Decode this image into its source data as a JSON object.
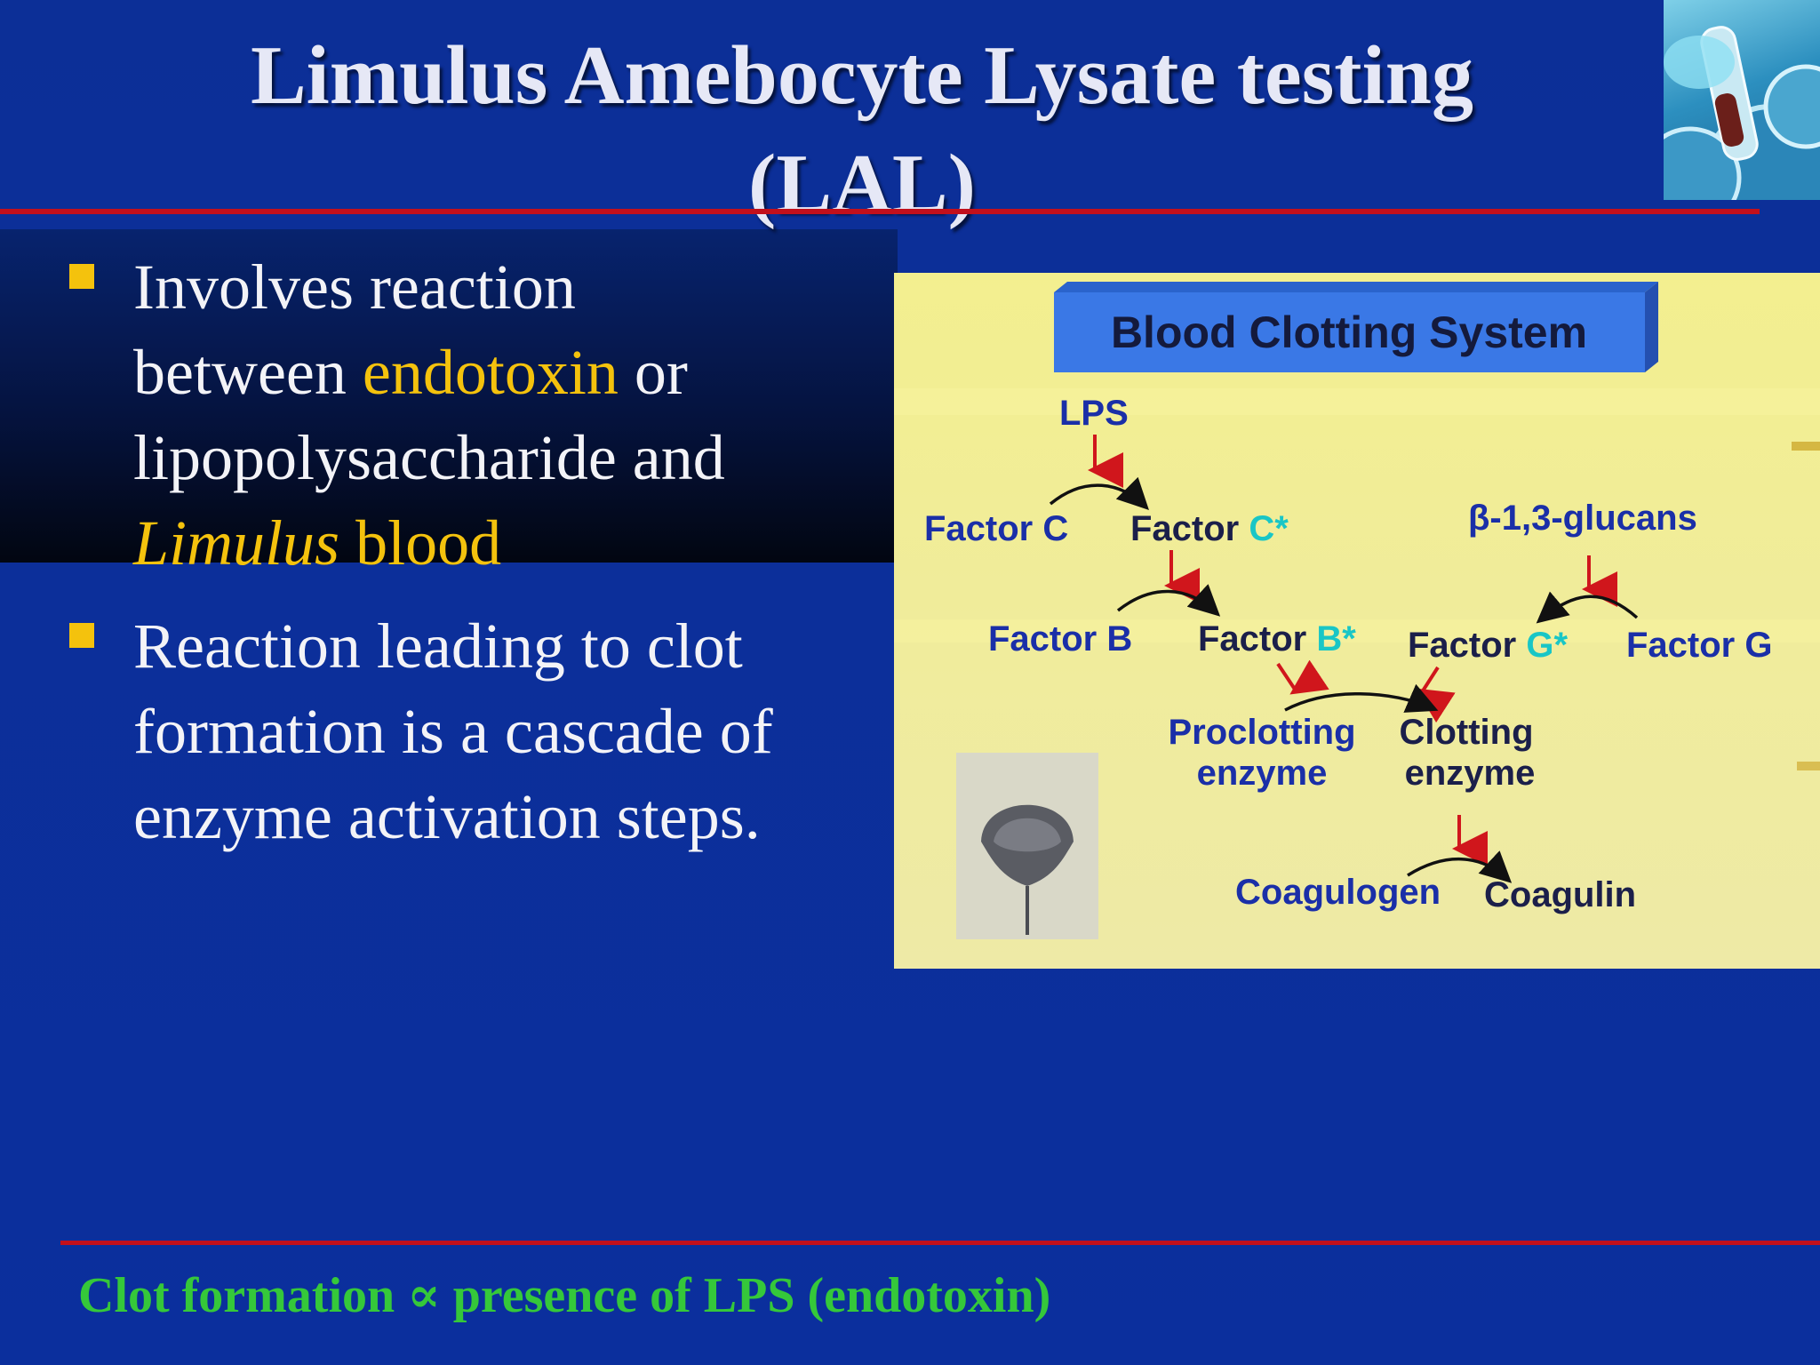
{
  "title": {
    "line1": "Limulus Amebocyte Lysate testing",
    "line2": "(LAL)"
  },
  "bullets": [
    {
      "text1": "Involves reaction",
      "text2": "between ",
      "highlight": "endotoxin",
      "text3": " or",
      "text4": "lipopolysaccharide and",
      "italic": "Limulus",
      "text5": " blood"
    },
    {
      "line1": "Reaction leading to clot",
      "line2": "formation is a cascade of",
      "line3": "enzyme activation steps."
    }
  ],
  "diagram": {
    "header": "Blood Clotting System",
    "lps": "LPS",
    "factor_c": "Factor C",
    "factor_c_star_word": "Factor ",
    "factor_c_star_sym": "C*",
    "factor_b": "Factor B",
    "factor_b_star_word": "Factor ",
    "factor_b_star_sym": "B*",
    "glucans": "β-1,3-glucans",
    "factor_g_star_word": "Factor ",
    "factor_g_star_sym": "G*",
    "factor_g": "Factor G",
    "proclotting_1": "Proclotting",
    "proclotting_2": "enzyme",
    "clotting_1": "Clotting",
    "clotting_2": "enzyme",
    "coagulogen": "Coagulogen",
    "coagulin": "Coagulin",
    "colors": {
      "blue_text": "#1a2fa8",
      "dark_text": "#1b1f4a",
      "cyan": "#19c6c6",
      "red_arrow": "#d0161c",
      "header_box": "#3a78e6"
    },
    "image_icon": "horseshoe-crab-image"
  },
  "corner_icon": "lab-test-tube-photo",
  "footer": "Clot formation ∝ presence of LPS (endotoxin)",
  "colors": {
    "background": "#0e339c",
    "rule": "#c2101c",
    "bullet": "#f4c20d",
    "footer": "#35c83a"
  }
}
